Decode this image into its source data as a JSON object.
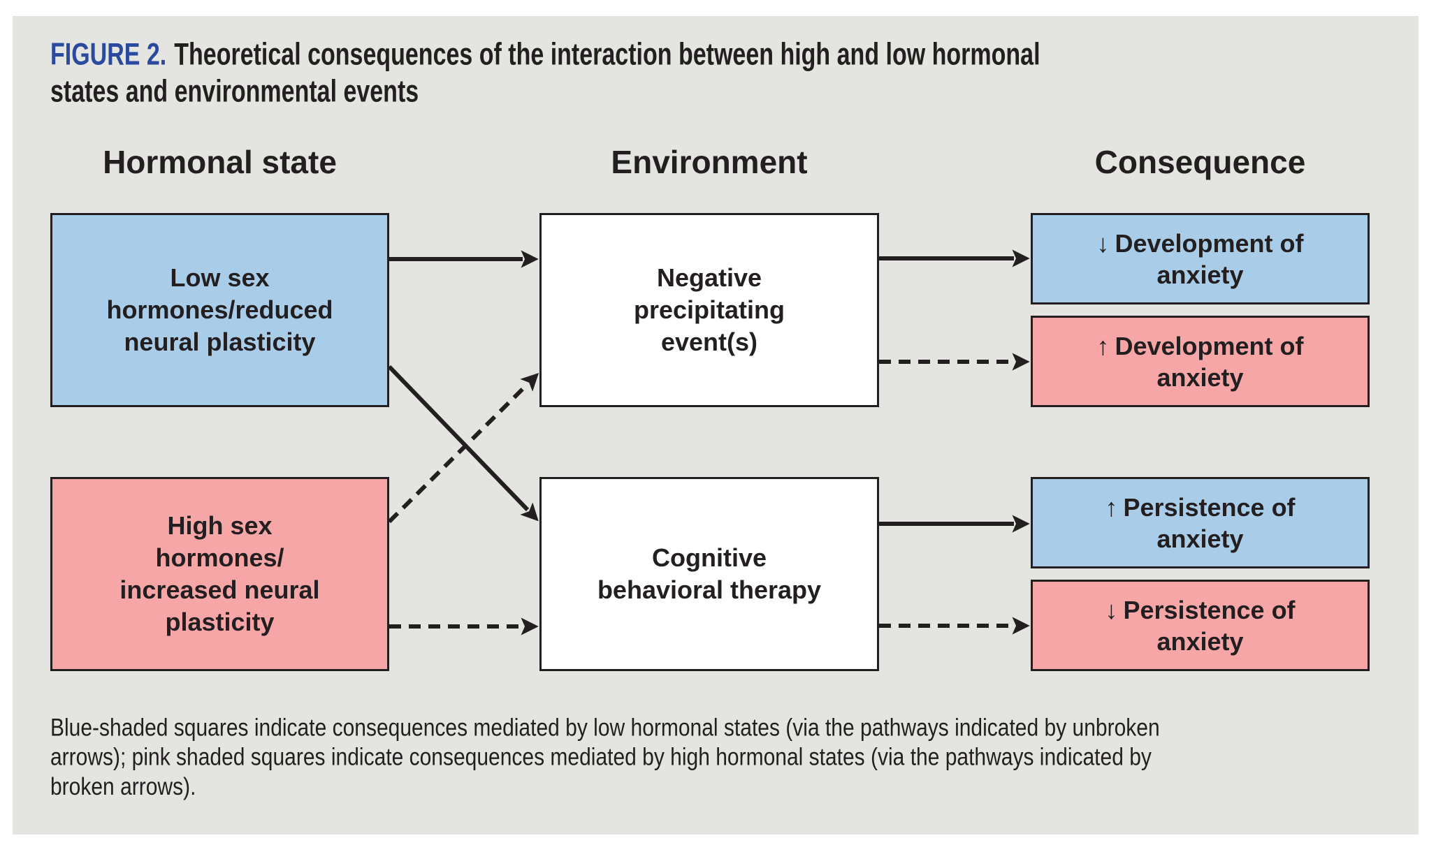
{
  "title": {
    "figure_label": "FIGURE 2.",
    "line1_rest": "Theoretical consequences of the interaction between high and low hormonal",
    "line2": "states and environmental events"
  },
  "headers": {
    "hormonal": "Hormonal state",
    "environment": "Environment",
    "consequence": "Consequence"
  },
  "boxes": {
    "low_hormones": {
      "lines": [
        "Low sex",
        "hormones/reduced",
        "neural plasticity"
      ]
    },
    "high_hormones": {
      "lines": [
        "High sex",
        "hormones/",
        "increased neural",
        "plasticity"
      ]
    },
    "negative_event": {
      "lines": [
        "Negative",
        "precipitating",
        "event(s)"
      ]
    },
    "cbt": {
      "lines": [
        "Cognitive",
        "behavioral therapy"
      ]
    },
    "dev_anxiety_down": {
      "arrow": "↓",
      "line1": "Development of",
      "line2": "anxiety"
    },
    "dev_anxiety_up": {
      "arrow": "↑",
      "line1": "Development of",
      "line2": "anxiety"
    },
    "persist_anxiety_up": {
      "arrow": "↑",
      "line1": "Persistence of",
      "line2": "anxiety"
    },
    "persist_anxiety_down": {
      "arrow": "↓",
      "line1": "Persistence of",
      "line2": "anxiety"
    }
  },
  "caption": {
    "line1": "Blue-shaded squares indicate consequences mediated by low hormonal states (via the pathways indicated by unbroken",
    "line2": "arrows); pink shaded squares indicate consequences mediated by high hormonal states (via the pathways indicated by",
    "line3": "broken arrows)."
  },
  "colors": {
    "blue_fill": "#a9cde8",
    "pink_fill": "#f6a6a6",
    "panel_bg": "#e4e4e1",
    "figure_label_blue": "#2b4a9d",
    "ink": "#231f20"
  }
}
